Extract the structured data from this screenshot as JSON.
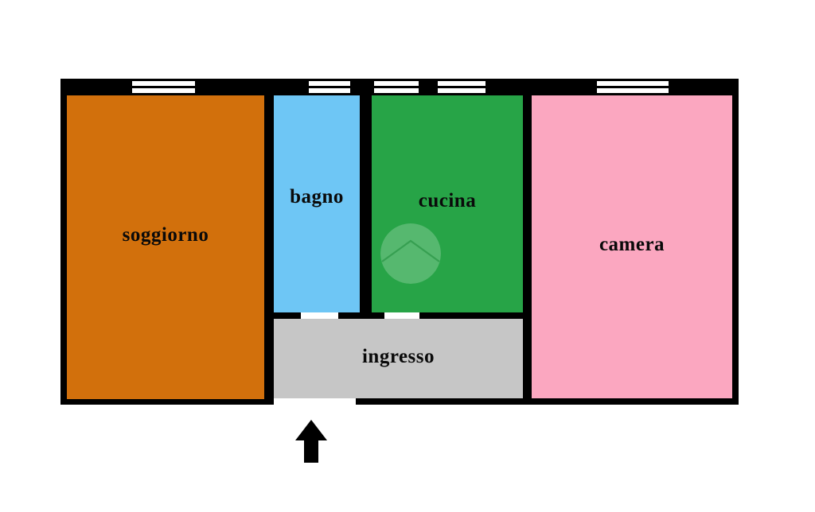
{
  "diagram": {
    "type": "floor-plan",
    "title": "",
    "language": "it",
    "background_color": "#ffffff",
    "wall_color": "#000000"
  },
  "rooms": [
    {
      "id": "soggiorno",
      "label": "soggiorno",
      "color": "#d2700c",
      "label_color": "#0a0a0a"
    },
    {
      "id": "bagno",
      "label": "bagno",
      "color": "#6ec6f5",
      "label_color": "#0a0a0a"
    },
    {
      "id": "cucina",
      "label": "cucina",
      "color": "#27a košt"
    },
    {
      "id": "camera",
      "label": "camera",
      "color": "#fba7c0",
      "label_color": "#0a0a0a"
    },
    {
      "id": "ingresso",
      "label": "ingresso",
      "color": "#c6c6c6",
      "label_color": "#0a0a0a"
    }
  ],
  "room_labels": {
    "soggiorno": "soggiorno",
    "bagno": "bagno",
    "cucina": "cucina",
    "camera": "camera",
    "ingresso": "ingresso"
  },
  "colors": {
    "soggiorno": "#d2700c",
    "bagno": "#6ec6f5",
    "cucina": "#27a447",
    "camera": "#fba7c0",
    "ingresso": "#c6c6c6",
    "wall": "#000000",
    "window": "#ffffff",
    "background": "#ffffff",
    "arrow": "#000000"
  },
  "features": {
    "windows_count": 5,
    "doors_count": 3,
    "entrance_marker": "up-arrow",
    "watermark": "circular-roof-logo"
  }
}
